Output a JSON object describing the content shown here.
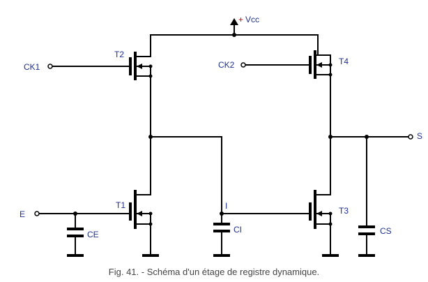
{
  "supply": {
    "label": "Vcc",
    "sign": "+"
  },
  "inputs": {
    "ck1": "CK1",
    "ck2": "CK2",
    "e": "E"
  },
  "output": {
    "s": "S"
  },
  "transistors": {
    "t1": "T1",
    "t2": "T2",
    "t3": "T3",
    "t4": "T4"
  },
  "capacitors": {
    "ce": "CE",
    "ci": "CI",
    "cs": "CS"
  },
  "nodes": {
    "i": "I"
  },
  "colors": {
    "wire": "#000000",
    "label": "#1f2f8f",
    "supply": "#cc0000",
    "caption": "#444444"
  },
  "caption": "Fig. 41. - Schéma d'un étage de registre dynamique."
}
